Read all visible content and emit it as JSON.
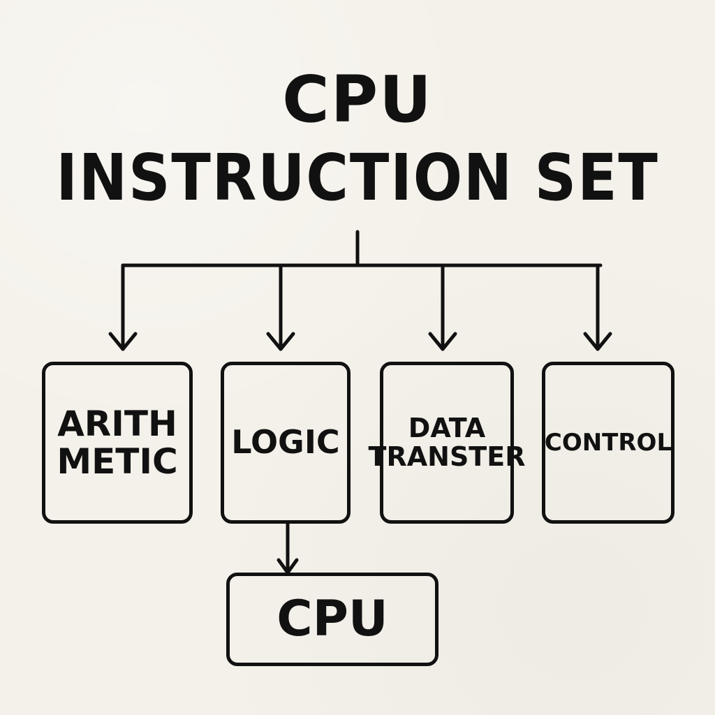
{
  "title": {
    "line1": "CPU",
    "line2": "INSTRUCTION SET"
  },
  "categories": [
    {
      "key": "arithmetic",
      "label": "ARITH\nMETIC"
    },
    {
      "key": "logic",
      "label": "LOGIC"
    },
    {
      "key": "data-transfer",
      "label": "DATA\nTRANSTER"
    },
    {
      "key": "control",
      "label": "CONTROL"
    }
  ],
  "target": {
    "label": "CPU"
  },
  "colors": {
    "background": "#f4f1ea",
    "ink": "#111111"
  }
}
